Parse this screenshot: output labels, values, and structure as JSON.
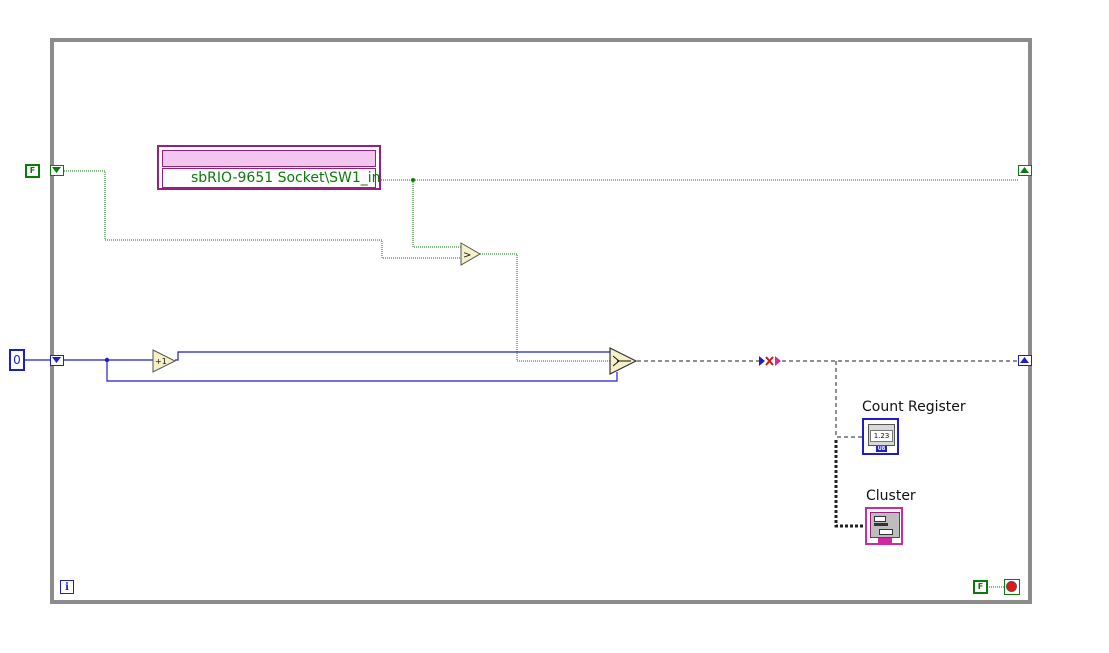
{
  "diagram": {
    "io_node": {
      "channel": "sbRIO-9651 Socket\\SW1_in"
    },
    "constants": {
      "bool_init": "F",
      "numeric_init": "0",
      "stop_bool": "F"
    },
    "indicators": {
      "count_register": "Count Register",
      "count_register_glyph": "1.23",
      "count_register_type": "U8",
      "cluster": "Cluster"
    },
    "iteration_terminal": "i",
    "functions": [
      "greater-than",
      "increment",
      "select"
    ],
    "colors": {
      "boolean": "#0a7a0a",
      "numeric": "#1e1ec8",
      "cluster": "#9a1f7a",
      "structure": "#8c8c8c"
    }
  }
}
